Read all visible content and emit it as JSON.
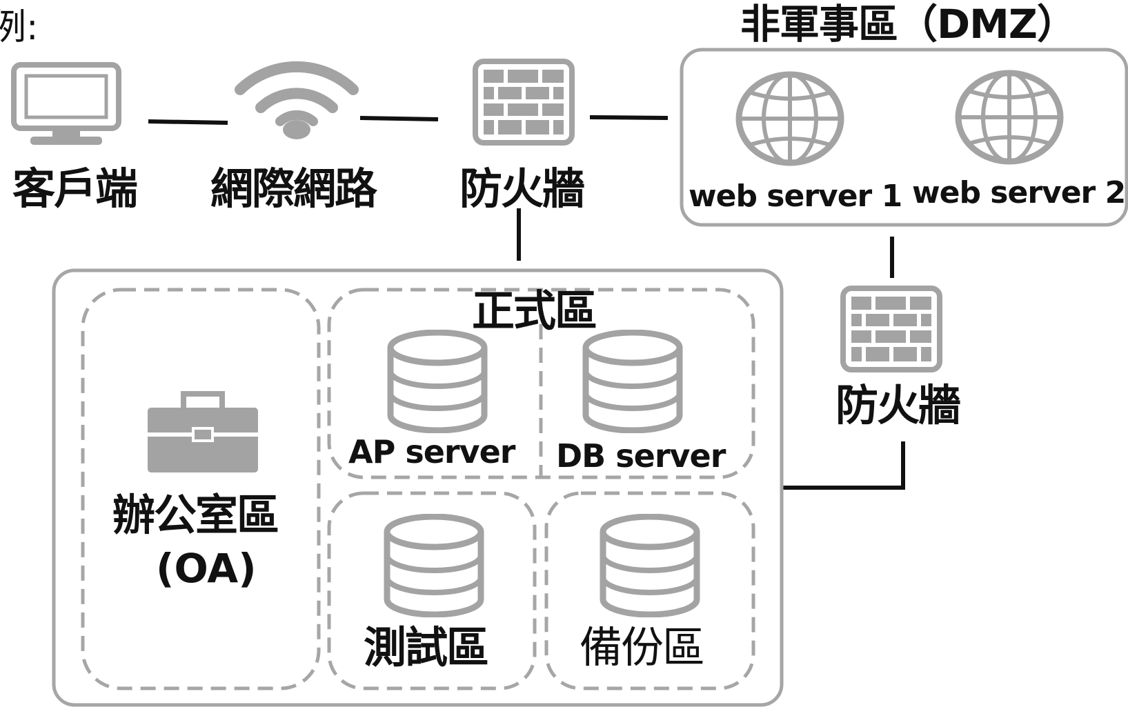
{
  "diagram": {
    "caption_prefix": "例:",
    "nodes": {
      "client": {
        "label": "客戶端",
        "icon": "monitor-icon"
      },
      "internet": {
        "label": "網際網路",
        "icon": "wifi-icon"
      },
      "firewall_top": {
        "label": "防火牆",
        "icon": "brick-wall-icon"
      },
      "firewall_right": {
        "label": "防火牆",
        "icon": "brick-wall-icon"
      }
    },
    "dmz": {
      "title": "非軍事區（DMZ）",
      "servers": [
        {
          "label": "web server 1",
          "icon": "globe-icon"
        },
        {
          "label": "web server 2",
          "icon": "globe-icon"
        }
      ]
    },
    "internal": {
      "office": {
        "label": "辦公室區",
        "label_sub": "(OA)",
        "icon": "briefcase-icon"
      },
      "production": {
        "title": "正式區",
        "servers": [
          {
            "label": "AP server",
            "icon": "database-icon"
          },
          {
            "label": "DB server",
            "icon": "database-icon"
          }
        ]
      },
      "test": {
        "label": "測試區",
        "icon": "database-icon"
      },
      "backup": {
        "label": "備份區",
        "icon": "database-icon"
      }
    },
    "colors": {
      "icon_gray": "#a3a3a3",
      "line_black": "#111111",
      "border_gray": "#a6a6a6"
    }
  }
}
